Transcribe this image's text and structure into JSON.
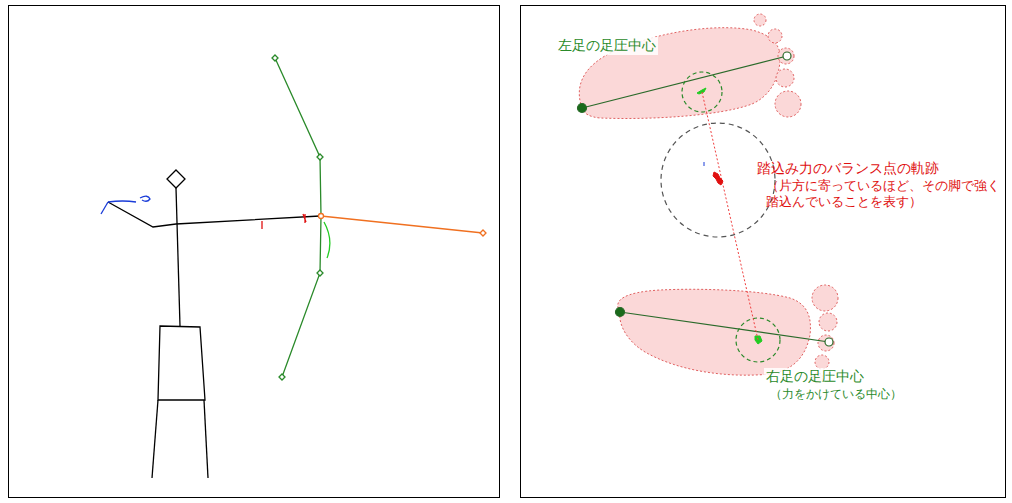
{
  "diagram": {
    "labels": [
      "左足の足圧中心",
      "踏込み力のバランス点の軌跡",
      "（片方に寄っているほど、その脚で強く踏込んでいることを表す）",
      "右足の足圧中心",
      "（力をかけている中心）"
    ]
  }
}
